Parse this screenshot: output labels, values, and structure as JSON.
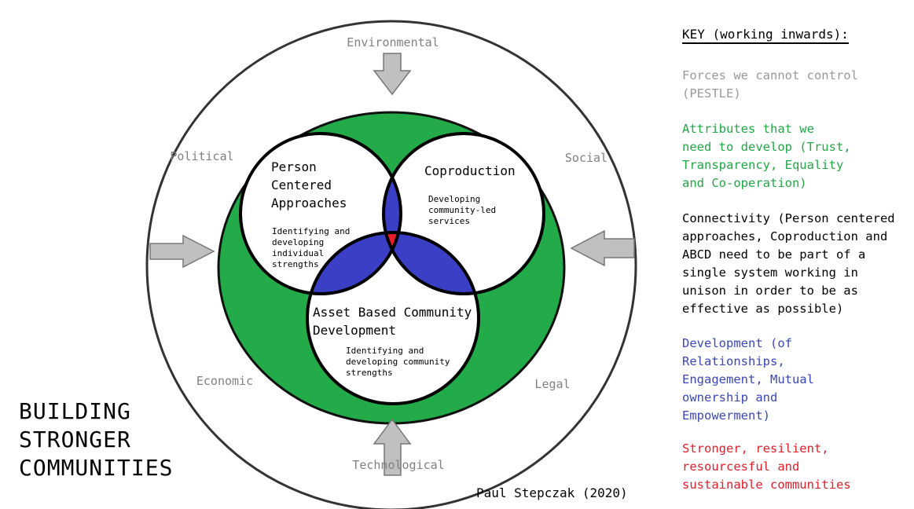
{
  "title_lines": [
    "BUILDING",
    "STRONGER",
    "COMMUNITIES"
  ],
  "author": "Paul Stepczak (2020)",
  "pestle": {
    "environmental": "Environmental",
    "political": "Political",
    "social": "Social",
    "economic": "Economic",
    "legal": "Legal",
    "technological": "Technological"
  },
  "circles": {
    "person_centered": {
      "title_lines": [
        "Person",
        "Centered",
        "Approaches"
      ],
      "desc_lines": [
        "Identifying and",
        "developing",
        "individual",
        "strengths"
      ]
    },
    "coproduction": {
      "title_lines": [
        "Coproduction"
      ],
      "desc_lines": [
        "Developing",
        "community-led",
        "services"
      ]
    },
    "abcd": {
      "title_lines": [
        "Asset Based Community",
        "Development"
      ],
      "desc_lines": [
        "Identifying and",
        "developing community",
        "strengths"
      ]
    }
  },
  "key": {
    "title": "KEY (working inwards):",
    "items": [
      {
        "lines": [
          "Forces we cannot control",
          "(PESTLE)"
        ],
        "color": "#999999"
      },
      {
        "lines": [
          "Attributes that we",
          "need to develop (Trust,",
          "Transparency, Equality",
          "and Co-operation)"
        ],
        "color": "#22a745"
      },
      {
        "lines": [
          "Connectivity (Person centered",
          "approaches, Coproduction and",
          "ABCD need to be part of a",
          "single system working in",
          "unison in order to be as",
          "effective as possible)"
        ],
        "color": "#000000"
      },
      {
        "lines": [
          "Development (of",
          "Relationships,",
          "Engagement, Mutual",
          "ownership and",
          "Empowerment)"
        ],
        "color": "#3a46b8"
      },
      {
        "lines": [
          "Stronger, resilient,",
          "resourcesful and",
          "sustainable communities"
        ],
        "color": "#e0202a"
      }
    ]
  },
  "colors": {
    "outer_ring": "#ffffff",
    "green": "#22ab48",
    "blue": "#3b3fc6",
    "red": "#e81e2c",
    "pestle_text": "#808080",
    "arrow_fill": "#c0c0c0"
  }
}
